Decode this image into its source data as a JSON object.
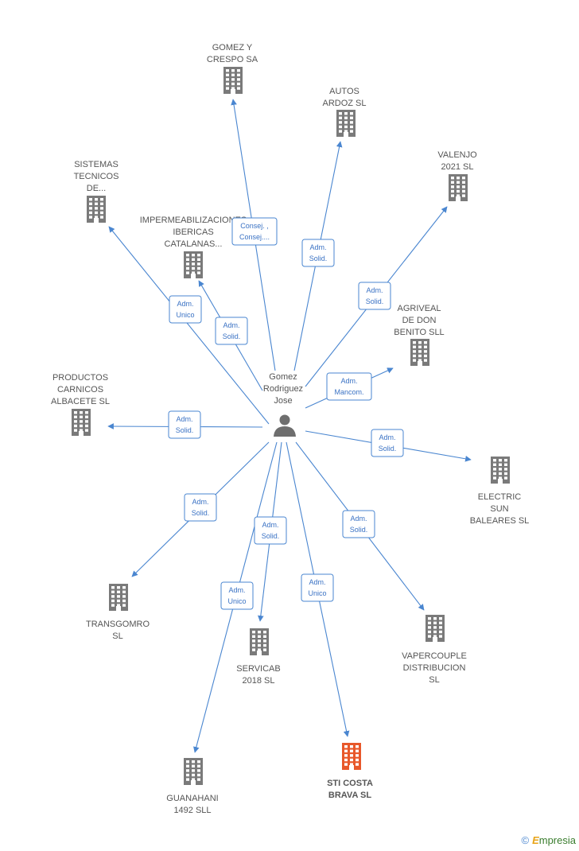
{
  "colors": {
    "edge": "#4a86d0",
    "building": "#7a7a7a",
    "highlight": "#e8582a",
    "person": "#6e6e6e"
  },
  "center": {
    "name_lines": [
      "Gomez",
      "Rodriguez",
      "Jose"
    ],
    "icon": "person-icon"
  },
  "nodes": [
    {
      "id": "gomez-y-crespo",
      "lines": [
        "GOMEZ Y",
        "CRESPO SA"
      ]
    },
    {
      "id": "autos-ardoz",
      "lines": [
        "AUTOS",
        "ARDOZ  SL"
      ]
    },
    {
      "id": "valenjo",
      "lines": [
        "VALENJO",
        "2021  SL"
      ]
    },
    {
      "id": "sistemas-tecnicos",
      "lines": [
        "SISTEMAS",
        "TECNICOS",
        "DE..."
      ]
    },
    {
      "id": "impermeabilizaciones",
      "lines": [
        "IMPERMEABILIZACIONES",
        "IBERICAS",
        "CATALANAS..."
      ]
    },
    {
      "id": "agriveal",
      "lines": [
        "AGRIVEAL",
        "DE DON",
        "BENITO  SLL"
      ]
    },
    {
      "id": "productos-carnicos",
      "lines": [
        "PRODUCTOS",
        "CARNICOS",
        "ALBACETE SL"
      ]
    },
    {
      "id": "electric-sun",
      "lines": [
        "ELECTRIC",
        "SUN",
        "BALEARES  SL"
      ]
    },
    {
      "id": "transgomro",
      "lines": [
        "TRANSGOMRO",
        "SL"
      ]
    },
    {
      "id": "servicab",
      "lines": [
        "SERVICAB",
        "2018  SL"
      ]
    },
    {
      "id": "vapercouple",
      "lines": [
        "VAPERCOUPLE",
        "DISTRIBUCION",
        "SL"
      ]
    },
    {
      "id": "guanahani",
      "lines": [
        "GUANAHANI",
        "1492  SLL"
      ]
    },
    {
      "id": "sti-costa-brava",
      "lines": [
        "STI COSTA",
        "BRAVA  SL"
      ],
      "highlight": true
    }
  ],
  "edges": [
    {
      "to": "gomez-y-crespo",
      "label": [
        "Consej. ,",
        "Consej...."
      ]
    },
    {
      "to": "autos-ardoz",
      "label": [
        "Adm.",
        "Solid."
      ]
    },
    {
      "to": "valenjo",
      "label": [
        "Adm.",
        "Solid."
      ]
    },
    {
      "to": "sistemas-tecnicos",
      "label": [
        "Adm.",
        "Unico"
      ]
    },
    {
      "to": "impermeabilizaciones",
      "label": [
        "Adm.",
        "Solid."
      ]
    },
    {
      "to": "agriveal",
      "label": [
        "Adm.",
        "Mancom."
      ]
    },
    {
      "to": "productos-carnicos",
      "label": [
        "Adm.",
        "Solid."
      ]
    },
    {
      "to": "electric-sun",
      "label": [
        "Adm.",
        "Solid."
      ]
    },
    {
      "to": "transgomro",
      "label": [
        "Adm.",
        "Solid."
      ]
    },
    {
      "to": "servicab",
      "label": [
        "Adm.",
        "Solid."
      ]
    },
    {
      "to": "vapercouple",
      "label": [
        "Adm.",
        "Solid."
      ]
    },
    {
      "to": "guanahani",
      "label": [
        "Adm.",
        "Unico"
      ]
    },
    {
      "to": "sti-costa-brava",
      "label": [
        "Adm.",
        "Unico"
      ]
    }
  ],
  "footer": {
    "copyright": "©",
    "brand_initial": "E",
    "brand_rest": "mpresia"
  }
}
